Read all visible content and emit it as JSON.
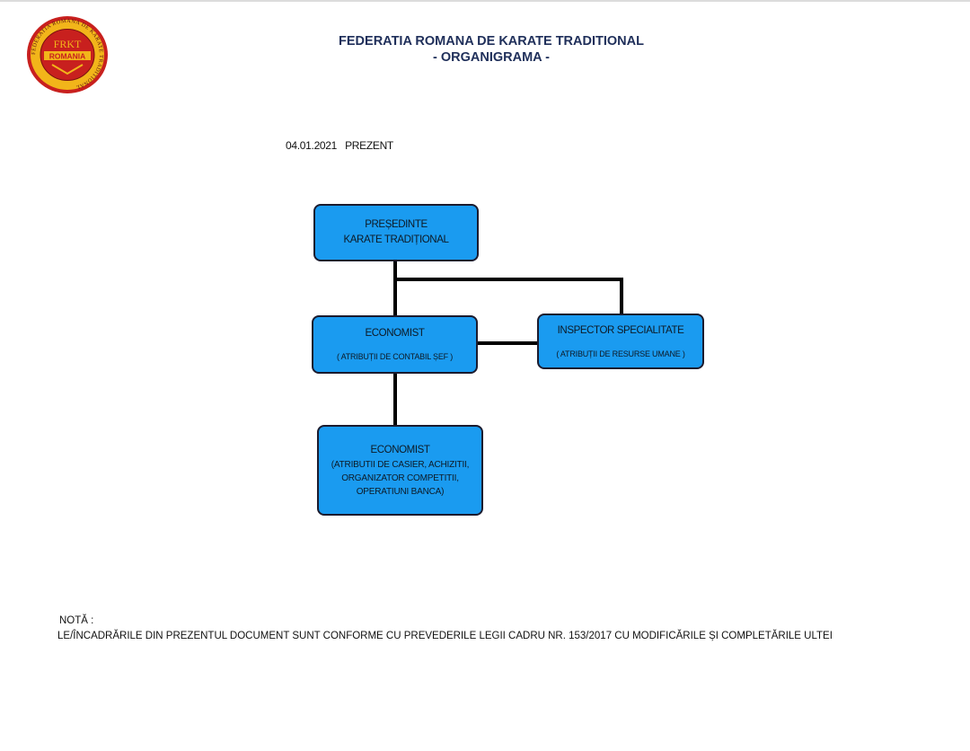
{
  "header": {
    "logo": {
      "top_text": "FRKT",
      "band_text": "ROMANIA",
      "ring_text": "FEDERATIA ROMANA DE KARATE TRADITIONAL"
    },
    "title": "FEDERATIA ROMANA DE KARATE TRADITIONAL",
    "subtitle": "- ORGANIGRAMA -"
  },
  "date_line": {
    "date": "04.01.2021",
    "status": "PREZENT"
  },
  "chart": {
    "president": {
      "line1": "PREȘEDINTE",
      "line2": "KARATE TRADIȚIONAL"
    },
    "economist_chief": {
      "title": "ECONOMIST",
      "note": "( ATRIBUȚII DE CONTABIL ȘEF )"
    },
    "inspector": {
      "title": "INSPECTOR SPECIALITATE",
      "note": "( ATRIBUȚII DE RESURSE UMANE )"
    },
    "economist_cashier": {
      "title": "ECONOMIST",
      "note1": "(ATRIBUTII DE CASIER, ACHIZITII,",
      "note2": "ORGANIZATOR COMPETITII,",
      "note3": "OPERATIUNI BANCA)"
    }
  },
  "note": {
    "label": "NOTĂ :",
    "text": "LE/ÎNCADRĂRILE DIN PREZENTUL DOCUMENT SUNT CONFORME CU PREVEDERILE LEGII CADRU NR. 153/2017 CU MODIFICĂRILE ȘI COMPLETĂRILE ULTEI"
  },
  "colors": {
    "box_fill": "#1a9bf0",
    "box_border": "#1b1b2e",
    "title_color": "#1f2f5a",
    "logo_red": "#c8201e",
    "logo_gold": "#f2b51a"
  }
}
